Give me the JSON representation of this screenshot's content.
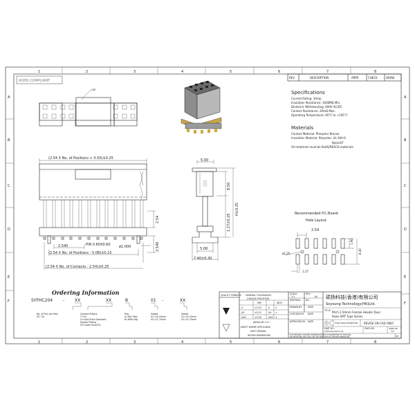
{
  "frame": {
    "columns": [
      "1",
      "2",
      "3",
      "4",
      "5",
      "6",
      "7",
      "8"
    ],
    "rows": [
      "A",
      "B",
      "C",
      "D",
      "E",
      "F"
    ]
  },
  "revision_table": {
    "headers": [
      "REV",
      "DESCRIPTION",
      "APPR",
      "CHECK",
      "DRAW"
    ]
  },
  "rohs_label": "ROHS COMPLIANT",
  "cap_label": "CAP",
  "specifications": {
    "title": "Specifications",
    "lines": [
      "Current Rating:  3Amp",
      "Insulation Resistance: 1000MΩ Min.",
      "Dielectric Withstanding:  600V AC/DC",
      "Contact Resistance:  20mΩ Max.",
      "Operating Temperature:-40°C to +105°C"
    ]
  },
  "materials": {
    "title": "Materials",
    "lines": [
      "Contact Material: Phosphor Bronze",
      "Insulation Material: Polyester, UL 94V-0",
      "Nylon6T",
      "All materials must be RoHS/REACH materials"
    ]
  },
  "front_view": {
    "dim_top": "(2.54 X No. of Positions + 0.50)±0.25",
    "dim_254": "2.54",
    "dim_2540_v": "2.540",
    "dim_2540_h": "2.540",
    "pin": "PIN 0.60X0.60",
    "hole": "ø1.000",
    "dim_positions": "(2.54 X No. of Positions - 5.08)±0.15",
    "dim_contacts": "(2.54 X No. of Contacts - 2.54)±0.25"
  },
  "side_view": {
    "dim_500": "5.00",
    "dim_850": "8.50",
    "dim_127": "1.27±0.25",
    "dim_h": "H±0.25",
    "dim_508": "5.08",
    "dim_740": "7.40±0.30"
  },
  "pcb_layout": {
    "title1": "Recommended P.C.Board",
    "title2": "Hole Layout",
    "dim_254": "2.54",
    "dim_190": "1.90",
    "dim_840": "8.40",
    "dim_hole": "ø1.20",
    "dim_127": "1.27"
  },
  "ordering": {
    "title": "Ordering Information",
    "code": [
      "SYFHC204",
      "-",
      "XX",
      "XX",
      "B",
      "01",
      "-",
      "XX"
    ],
    "descriptions": [
      [
        "No. of Pins per Row",
        "03~40"
      ],
      [
        "Contact Plating",
        "T=Tin",
        "G=Gold Flash Standard",
        "Duplex Plating",
        "GF=Gold Flash/Tin"
      ],
      [
        "Pag",
        "A=W/O Pag",
        "B=With Pag"
      ],
      [
        "Height",
        "01=20.20mm",
        "02=21.70mm"
      ],
      [
        "Height",
        "01=20.20mm",
        "02=21.70mm"
      ]
    ]
  },
  "title_block": {
    "quality": "QUALITY SYMBOLS",
    "tol_title1": "GENERAL TOLERANCES",
    "tol_title2": "(UNLESS SPECIFIED)",
    "mm": "MM",
    "inch": "INCH",
    "tol_rows": [
      [
        ".X",
        "±0.25",
        ".X",
        "±"
      ],
      [
        ".XX",
        "±0.15",
        ".XX",
        "±"
      ],
      [
        ".XXX",
        "±0.05",
        ".XXX",
        "±"
      ]
    ],
    "angular": "ANGULAR ±.5°",
    "draft1": "DRAFT WHERE APPLICABLE",
    "draft2": "MUST REMAIN",
    "draft3": "WITHIN DIMENSIONS",
    "scale_label": "SCALE:",
    "scale": "1:1",
    "rev_label": "REV:",
    "rev": "A4",
    "material_label": "MATERIAL:",
    "no_label": "NO:",
    "drawn_label": "DRAWN BY",
    "checked_label": "CHECKED BY",
    "approved_label": "APPROVED BY",
    "date_label": "DATE",
    "company_cn": "硕扬科技(香港)有限公司",
    "company_en": "Soyoung Technology(HK)Ltd.",
    "title_label": "TITLE:",
    "title1": "Pitch 2.54mm Female Header Dual",
    "title2": "Rows SMT Type Series",
    "projection": "THIRD ANGLE PROJECTION",
    "revise": "REVISE ON CAD ONLY",
    "part_label": "PART NO.",
    "part_no": "SYFHC204-XXXX X XX",
    "dwg_label": "DWG NO.",
    "sheet_label": "SHEET NO.",
    "sheet": "1/1",
    "notice1": "THIS DRAWING CONTAINS INFORMATION THAT IS PROPRIETARY TO SOYOUNG",
    "notice2": "INCORPORATED AND SHALL NOT BE USED WITHOUT WRITTEN PERMISSION",
    "size": "A4"
  }
}
